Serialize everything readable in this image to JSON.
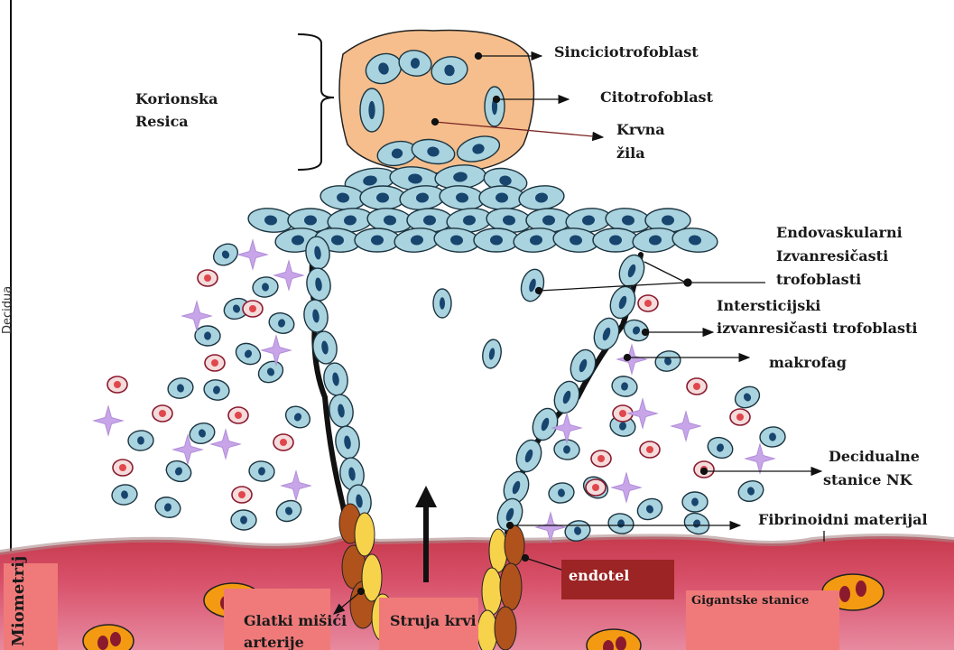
{
  "labels": {
    "korionska": "Korionska",
    "resica": "Resica",
    "sinciciotrofoblast": "Sinciciotrofoblast",
    "citotrofoblast": "Citotrofoblast",
    "krvna": "Krvna",
    "zila": "žila",
    "endovaskularni": "Endovaskularni",
    "izvanresicasti": "Izvanresičasti",
    "trofoblasti": "trofoblasti",
    "intersticijski": "Intersticijski",
    "izvanresicasti_trofoblasti": "izvanresičasti trofoblasti",
    "makrofag": "makrofag",
    "decidualne": "Decidualne",
    "stanice_nk": "stanice NK",
    "fibrinoidni": "Fibrinoidni materijal",
    "decidua": "Decidua",
    "miometrij": "Miometrij",
    "endotel": "endotel",
    "glatki_1": "Glatki mišići",
    "glatki_2": "arterije",
    "struja_krvi": "Struja krvi",
    "gigantske": "Gigantske stanice"
  },
  "colors": {
    "trophoblast_fill": "#a9d3df",
    "nucleus": "#17456e",
    "syncytium": "#f5be8c",
    "decidual_nk": "#e0474c",
    "macrophage": "#c8a5e8",
    "myometrium": "#c0344a",
    "smooth_muscle": "#b0521c",
    "endothelium": "#f6d34a",
    "giant_cell": "#f39a12"
  }
}
